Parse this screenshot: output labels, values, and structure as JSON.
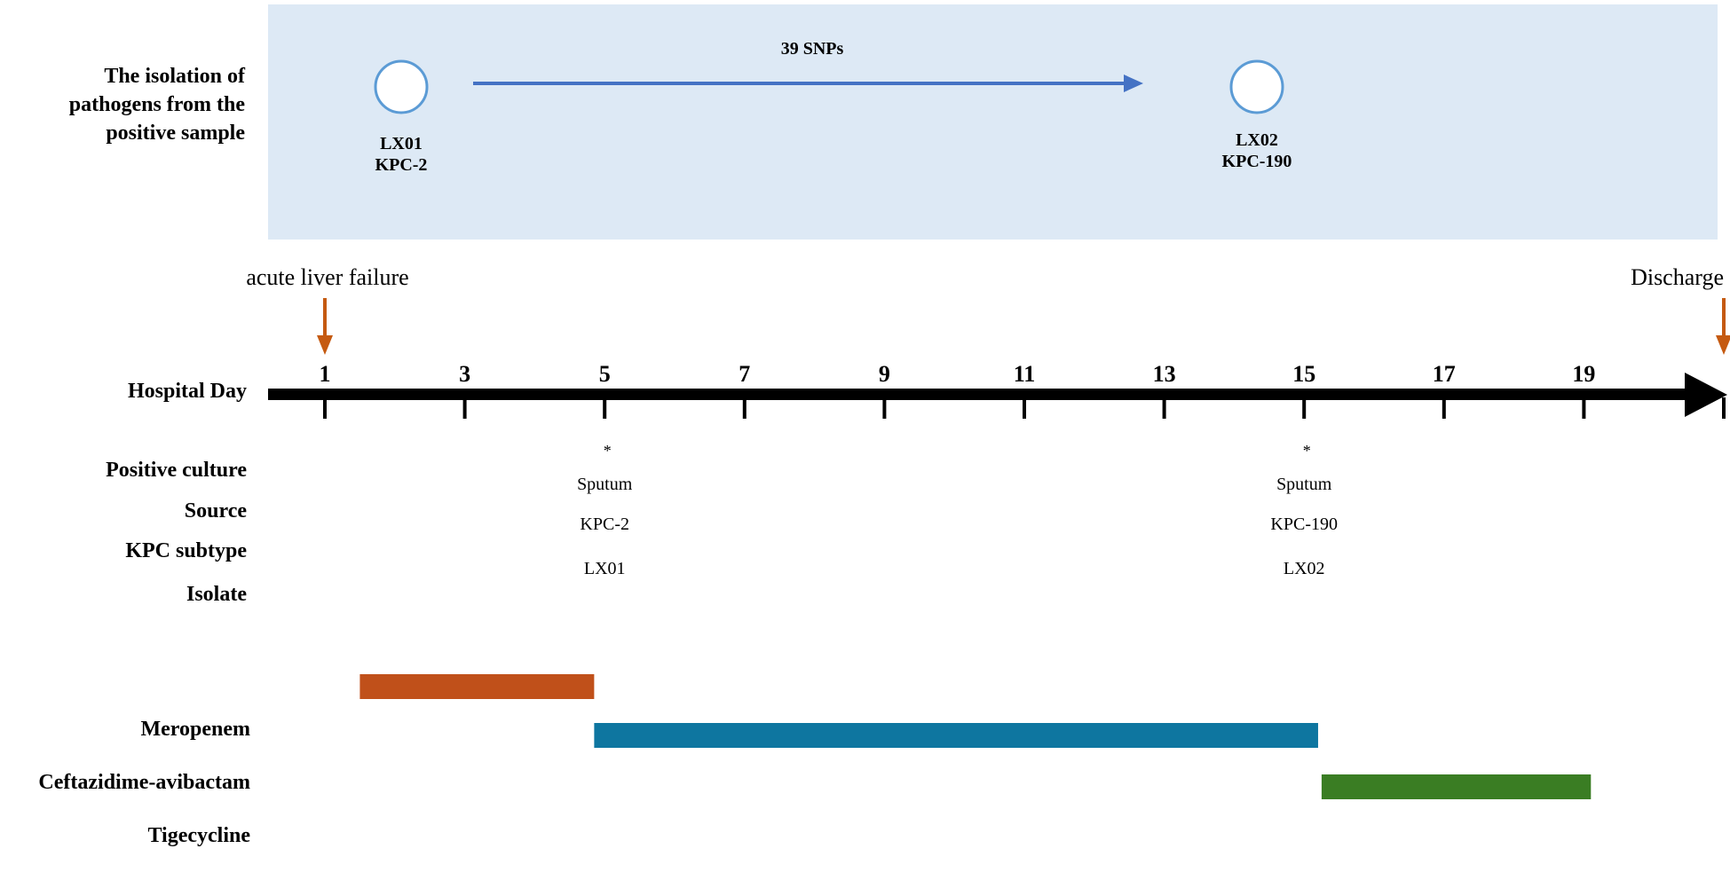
{
  "isolation": {
    "label_lines": [
      "The isolation of",
      "pathogens from the",
      "positive sample"
    ],
    "snp_label": "39 SNPs",
    "isolates": [
      {
        "day": 5,
        "name": "LX01",
        "kpc": "KPC-2"
      },
      {
        "day": 15,
        "name": "LX02",
        "kpc": "KPC-190"
      }
    ]
  },
  "events": [
    {
      "day": 1,
      "label": "acute liver failure"
    },
    {
      "day": 21,
      "label": "Discharge"
    }
  ],
  "timeline": {
    "label": "Hospital Day",
    "tick_days": [
      1,
      3,
      5,
      7,
      9,
      11,
      13,
      15,
      17,
      19,
      21
    ],
    "tick_labels": [
      "1",
      "3",
      "5",
      "7",
      "9",
      "11",
      "13",
      "15",
      "17",
      "19",
      ""
    ]
  },
  "culture_rows": {
    "labels": [
      "Positive culture",
      "Source",
      "KPC subtype",
      "Isolate"
    ],
    "entries": [
      {
        "day": 5,
        "marker": "*",
        "source": "Sputum",
        "kpc": "KPC-2",
        "isolate": "LX01"
      },
      {
        "day": 15,
        "marker": "*",
        "source": "Sputum",
        "kpc": "KPC-190",
        "isolate": "LX02"
      }
    ]
  },
  "treatments": {
    "labels": [
      "Meropenem",
      "Ceftazidime-avibactam",
      "Tigecycline"
    ],
    "bars": [
      {
        "start_day": 1.5,
        "end_day": 4.85,
        "color": "#c0501a"
      },
      {
        "start_day": 4.85,
        "end_day": 15.2,
        "color": "#0e76a0"
      },
      {
        "start_day": 15.25,
        "end_day": 19.1,
        "color": "#3a7d23"
      }
    ]
  },
  "colors": {
    "panel_bg": "#dde9f5",
    "isolate_circle": "#5b9bd5",
    "snp_arrow": "#4472c4",
    "event_arrow": "#c55a11",
    "timeline": "#000000"
  }
}
